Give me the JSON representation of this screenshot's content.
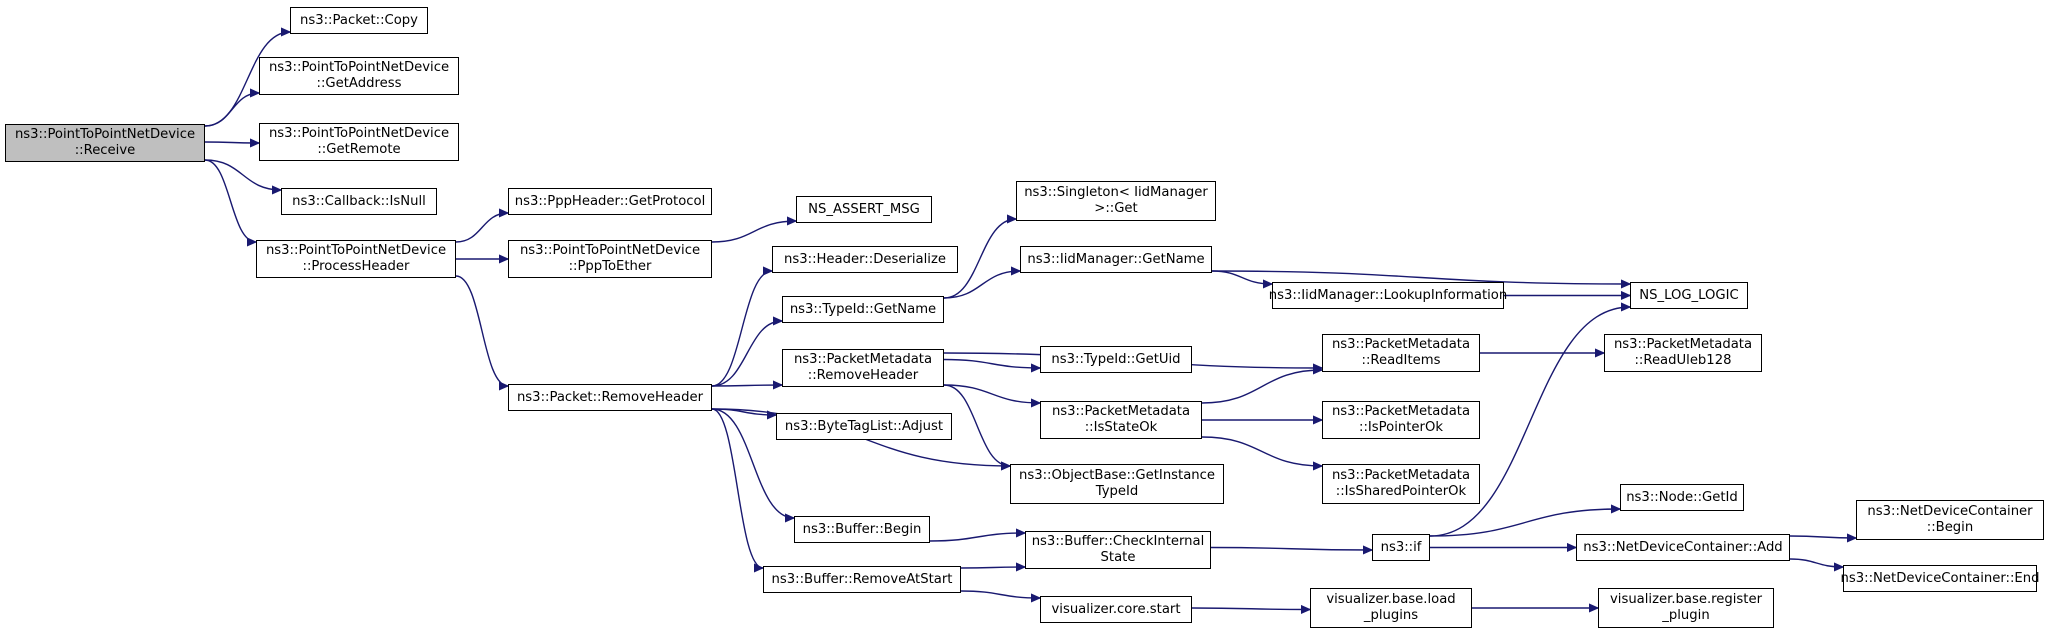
{
  "diagram": {
    "type": "doxygen-call-graph",
    "edge_color": "#191970",
    "root_fill": "#bfbfbf",
    "nodes": [
      {
        "id": "receive",
        "label": "ns3::PointToPointNetDevice\n::Receive",
        "root": true
      },
      {
        "id": "packet-copy",
        "label": "ns3::Packet::Copy"
      },
      {
        "id": "getaddress",
        "label": "ns3::PointToPointNetDevice\n::GetAddress"
      },
      {
        "id": "getremote",
        "label": "ns3::PointToPointNetDevice\n::GetRemote"
      },
      {
        "id": "callback-isnull",
        "label": "ns3::Callback::IsNull"
      },
      {
        "id": "processheader",
        "label": "ns3::PointToPointNetDevice\n::ProcessHeader"
      },
      {
        "id": "ppp-getprotocol",
        "label": "ns3::PppHeader::GetProtocol"
      },
      {
        "id": "ppptoether",
        "label": "ns3::PointToPointNetDevice\n::PppToEther"
      },
      {
        "id": "ns-assert-msg",
        "label": "NS_ASSERT_MSG"
      },
      {
        "id": "packet-removeheader",
        "label": "ns3::Packet::RemoveHeader"
      },
      {
        "id": "header-deserialize",
        "label": "ns3::Header::Deserialize"
      },
      {
        "id": "typeid-getname",
        "label": "ns3::TypeId::GetName"
      },
      {
        "id": "pm-removeheader",
        "label": "ns3::PacketMetadata\n::RemoveHeader"
      },
      {
        "id": "bytetaglist-adjust",
        "label": "ns3::ByteTagList::Adjust"
      },
      {
        "id": "buffer-begin",
        "label": "ns3::Buffer::Begin"
      },
      {
        "id": "buffer-removeatstart",
        "label": "ns3::Buffer::RemoveAtStart"
      },
      {
        "id": "singleton-get",
        "label": "ns3::Singleton< IidManager\n>::Get"
      },
      {
        "id": "iid-getname",
        "label": "ns3::IidManager::GetName"
      },
      {
        "id": "typeid-getuid",
        "label": "ns3::TypeId::GetUid"
      },
      {
        "id": "pm-isstateok",
        "label": "ns3::PacketMetadata\n::IsStateOk"
      },
      {
        "id": "objectbase-getinstancetypeid",
        "label": "ns3::ObjectBase::GetInstance\nTypeId"
      },
      {
        "id": "buffer-checkinternalstate",
        "label": "ns3::Buffer::CheckInternal\nState"
      },
      {
        "id": "visualizer-core-start",
        "label": "visualizer.core.start"
      },
      {
        "id": "iid-lookupinformation",
        "label": "ns3::IidManager::LookupInformation"
      },
      {
        "id": "pm-readitems",
        "label": "ns3::PacketMetadata\n::ReadItems"
      },
      {
        "id": "pm-ispointerok",
        "label": "ns3::PacketMetadata\n::IsPointerOk"
      },
      {
        "id": "pm-issharedpointerok",
        "label": "ns3::PacketMetadata\n::IsSharedPointerOk"
      },
      {
        "id": "ns3-if",
        "label": "ns3::if"
      },
      {
        "id": "visualizer-base-load-plugins",
        "label": "visualizer.base.load\n_plugins"
      },
      {
        "id": "ns-log-logic",
        "label": "NS_LOG_LOGIC"
      },
      {
        "id": "pm-readuleb128",
        "label": "ns3::PacketMetadata\n::ReadUleb128"
      },
      {
        "id": "node-getid",
        "label": "ns3::Node::GetId"
      },
      {
        "id": "ndc-add",
        "label": "ns3::NetDeviceContainer::Add"
      },
      {
        "id": "visualizer-base-register-plugin",
        "label": "visualizer.base.register\n_plugin"
      },
      {
        "id": "ndc-begin",
        "label": "ns3::NetDeviceContainer\n::Begin"
      },
      {
        "id": "ndc-end",
        "label": "ns3::NetDeviceContainer::End"
      }
    ],
    "edges": [
      [
        "receive",
        "packet-copy"
      ],
      [
        "receive",
        "getaddress"
      ],
      [
        "receive",
        "getremote"
      ],
      [
        "receive",
        "callback-isnull"
      ],
      [
        "receive",
        "processheader"
      ],
      [
        "processheader",
        "ppp-getprotocol"
      ],
      [
        "processheader",
        "ppptoether"
      ],
      [
        "processheader",
        "packet-removeheader"
      ],
      [
        "ppptoether",
        "ns-assert-msg"
      ],
      [
        "packet-removeheader",
        "header-deserialize"
      ],
      [
        "packet-removeheader",
        "typeid-getname"
      ],
      [
        "packet-removeheader",
        "pm-removeheader"
      ],
      [
        "packet-removeheader",
        "bytetaglist-adjust"
      ],
      [
        "packet-removeheader",
        "objectbase-getinstancetypeid"
      ],
      [
        "packet-removeheader",
        "buffer-begin"
      ],
      [
        "packet-removeheader",
        "buffer-removeatstart"
      ],
      [
        "typeid-getname",
        "singleton-get"
      ],
      [
        "typeid-getname",
        "iid-getname"
      ],
      [
        "iid-getname",
        "iid-lookupinformation"
      ],
      [
        "iid-getname",
        "ns-log-logic"
      ],
      [
        "iid-lookupinformation",
        "ns-log-logic"
      ],
      [
        "pm-removeheader",
        "pm-readitems"
      ],
      [
        "pm-removeheader",
        "typeid-getuid"
      ],
      [
        "pm-removeheader",
        "pm-isstateok"
      ],
      [
        "pm-removeheader",
        "objectbase-getinstancetypeid"
      ],
      [
        "pm-readitems",
        "pm-readuleb128"
      ],
      [
        "pm-isstateok",
        "pm-readitems"
      ],
      [
        "pm-isstateok",
        "pm-ispointerok"
      ],
      [
        "pm-isstateok",
        "pm-issharedpointerok"
      ],
      [
        "buffer-begin",
        "buffer-checkinternalstate"
      ],
      [
        "buffer-removeatstart",
        "buffer-checkinternalstate"
      ],
      [
        "buffer-removeatstart",
        "visualizer-core-start"
      ],
      [
        "buffer-checkinternalstate",
        "ns3-if"
      ],
      [
        "ns3-if",
        "ns-log-logic"
      ],
      [
        "ns3-if",
        "node-getid"
      ],
      [
        "ns3-if",
        "ndc-add"
      ],
      [
        "ndc-add",
        "ndc-begin"
      ],
      [
        "ndc-add",
        "ndc-end"
      ],
      [
        "visualizer-core-start",
        "visualizer-base-load-plugins"
      ],
      [
        "visualizer-base-load-plugins",
        "visualizer-base-register-plugin"
      ]
    ]
  }
}
